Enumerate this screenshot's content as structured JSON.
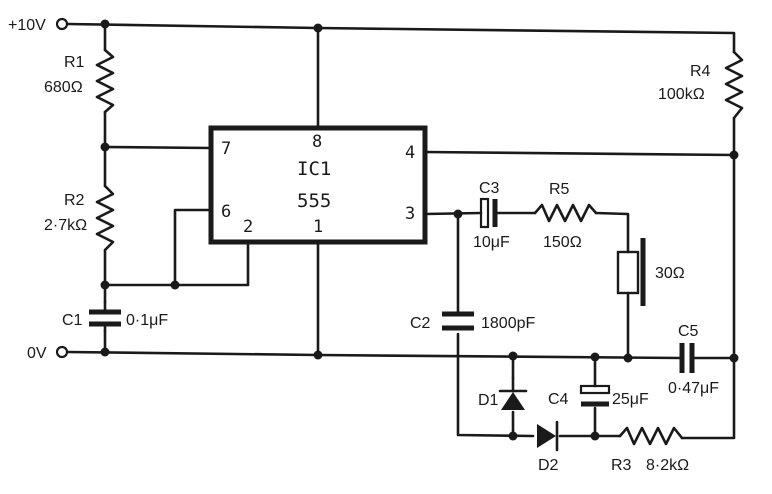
{
  "rails": {
    "positive": "+10V",
    "ground": "0V"
  },
  "ic": {
    "name": "IC1",
    "type": "555",
    "pins": {
      "p1": "1",
      "p2": "2",
      "p3": "3",
      "p4": "4",
      "p6": "6",
      "p7": "7",
      "p8": "8"
    }
  },
  "components": {
    "r1": {
      "ref": "R1",
      "value": "680Ω"
    },
    "r2": {
      "ref": "R2",
      "value": "2·7kΩ"
    },
    "r3": {
      "ref": "R3",
      "value": "8·2kΩ"
    },
    "r4": {
      "ref": "R4",
      "value": "100kΩ"
    },
    "r5": {
      "ref": "R5",
      "value": "150Ω"
    },
    "c1": {
      "ref": "C1",
      "value": "0·1μF"
    },
    "c2": {
      "ref": "C2",
      "value": "1800pF"
    },
    "c3": {
      "ref": "C3",
      "value": "10μF"
    },
    "c4": {
      "ref": "C4",
      "value": "25μF"
    },
    "c5": {
      "ref": "C5",
      "value": "0·47μF"
    },
    "d1": {
      "ref": "D1"
    },
    "d2": {
      "ref": "D2"
    },
    "speaker": {
      "value": "30Ω"
    }
  }
}
